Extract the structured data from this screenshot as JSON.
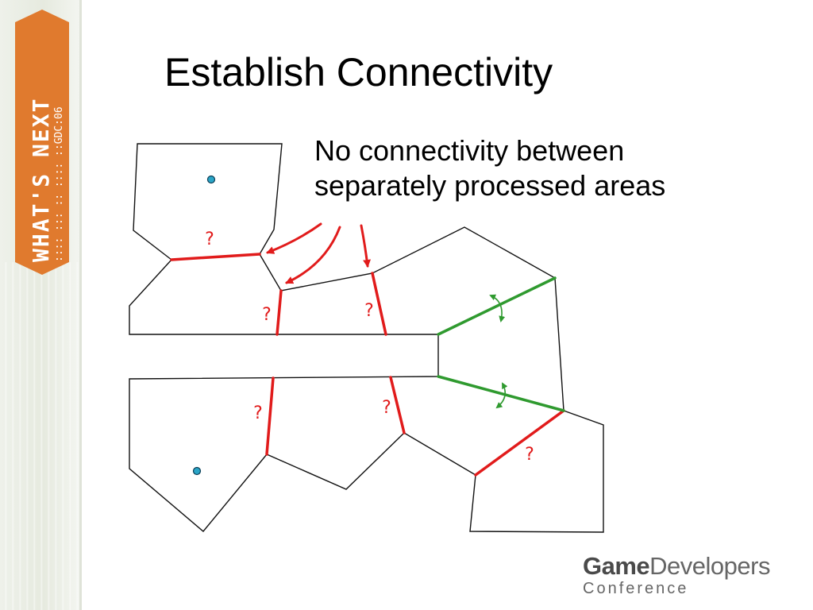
{
  "sidebar": {
    "banner_main": "WHAT'S NEXT",
    "banner_sub": ":::: ::: :: :::: ::GDC:06",
    "colors": {
      "banner": "#e07a2e",
      "banner_text": "#ffffff"
    }
  },
  "slide": {
    "title": "Establish Connectivity",
    "callout": [
      "No connectivity between",
      "separately processed areas"
    ]
  },
  "diagram": {
    "unknown_label": "?",
    "colors": {
      "outline": "#111111",
      "unknown_edge": "#e11b1b",
      "connected_edge": "#2f9a2f",
      "point": "#2aa5c7"
    }
  },
  "logo": {
    "game": "Game",
    "developers": "Developers",
    "conference": "Conference"
  }
}
